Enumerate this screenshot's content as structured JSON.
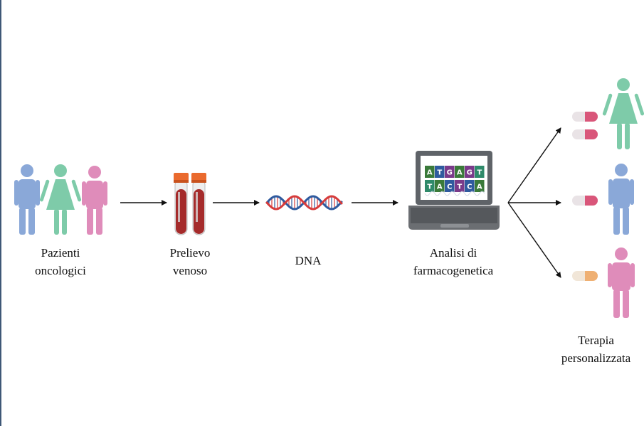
{
  "steps": {
    "patients": {
      "line1": "Pazienti",
      "line2": "oncologici"
    },
    "blood": {
      "line1": "Prelievo",
      "line2": "venoso"
    },
    "dna": {
      "line1": "DNA"
    },
    "analysis": {
      "line1": "Analisi di",
      "line2": "farmacogenetica"
    },
    "therapy": {
      "line1": "Terapia",
      "line2": "personalizzata"
    }
  },
  "sequence": {
    "top": [
      "A",
      "T",
      "G",
      "A",
      "G",
      "T"
    ],
    "bottom": [
      "T",
      "A",
      "C",
      "T",
      "C",
      "A"
    ]
  },
  "colors": {
    "blue_person": "#8aa8d8",
    "green_person": "#7ecba9",
    "pink_person": "#df8cba",
    "blood": "#a52b2b",
    "tube_cap": "#ea6a2e",
    "dna_red": "#d63b3b",
    "dna_blue": "#2f5a9e",
    "laptop": "#5f6368",
    "pill_pink": "#d9567a",
    "pill_orange": "#efb073",
    "arrow": "#111111"
  },
  "icons": {
    "patients": [
      "person-male-icon",
      "person-female-icon",
      "person-male-icon"
    ],
    "blood": "blood-tube-icon",
    "dna": "dna-helix-icon",
    "analysis": "laptop-icon",
    "therapy_people": [
      "person-female-icon",
      "person-male-icon",
      "person-male-icon"
    ],
    "therapy_pills": [
      "pill-icon"
    ]
  }
}
